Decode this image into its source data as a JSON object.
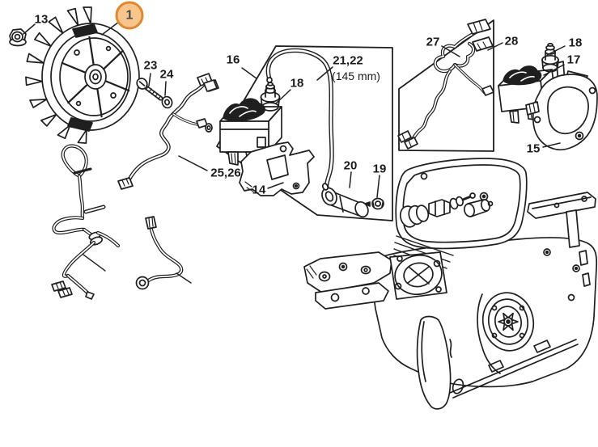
{
  "title": "Ignition system exploded parts diagram",
  "colors": {
    "line": "#1f1f1f",
    "background": "#ffffff",
    "badge_fill": "#f8c68d",
    "badge_border": "#e0882f",
    "badge_text": "#4a4a4a",
    "label_text": "#1c1c1c"
  },
  "callouts": {
    "c13": "13",
    "c1": "1",
    "c23": "23",
    "c24": "24",
    "c16": "16",
    "c18a": "18",
    "c2122": "21,22",
    "c2122_note": "(145 mm)",
    "c2526": "25,26",
    "c14": "14",
    "c20": "20",
    "c19": "19",
    "c27": "27",
    "c28": "28",
    "c18b": "18",
    "c17": "17",
    "c15": "15"
  }
}
